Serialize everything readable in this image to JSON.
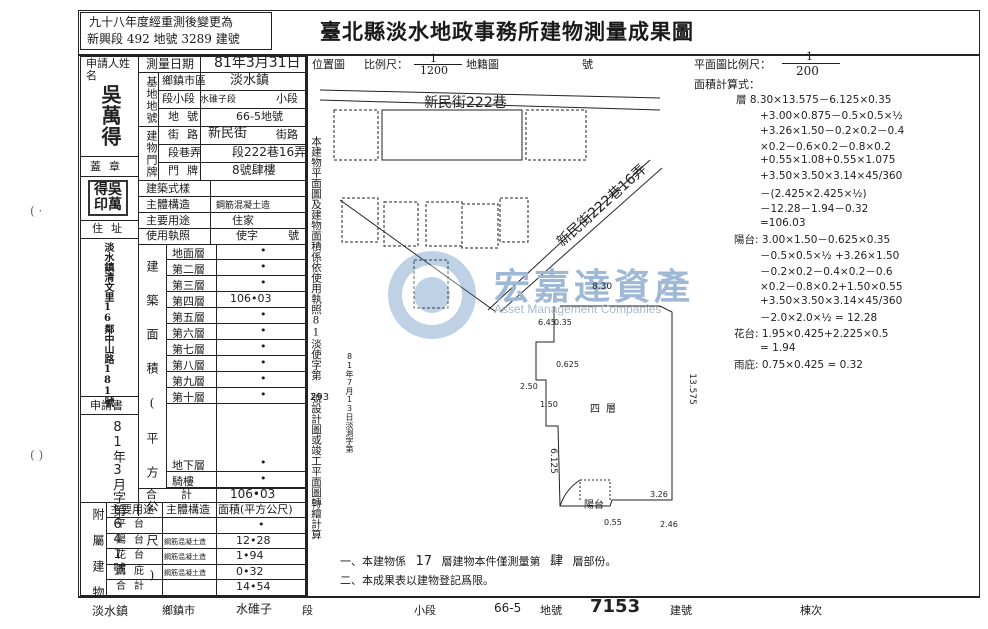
{
  "header": {
    "revision_line1": "九十八年度經重測後變更為",
    "revision_line2": "新興段 492 地號 3289 建號",
    "title": "臺北縣淡水地政事務所建物測量成果圖"
  },
  "left_table": {
    "applicant_label": "申請人姓名",
    "applicant_name": "吳萬得",
    "seal_label": "蓋章",
    "seal_text": "得吳印萬",
    "address_label": "住址",
    "address": "淡水鎮清文里16鄰中山路181號",
    "application_label": "申請書",
    "application_no": "81年3月字第641號",
    "field_labels": {
      "survey_date": "測量日期",
      "land_no": "基地地號",
      "town": "鄉鎮市區",
      "section": "段小段",
      "land": "地號",
      "door_plate": "建物門牌",
      "street": "街路",
      "lane": "段巷弄",
      "number": "門牌",
      "structure_style": "建築式樣",
      "main_structure": "主體構造",
      "main_use": "主要用途",
      "use_permit": "使用執照",
      "area_label": "建築面積(平方公尺)",
      "total": "合計"
    },
    "survey_date": "81年3月31日",
    "town": "淡水鎮",
    "section": "水碓子段",
    "subsection": "小段",
    "land_no": "66-5地號",
    "street": "新民街",
    "street_suffix": "街路",
    "lane": "段222巷16弄",
    "number": "8號肆樓",
    "main_structure": "鋼筋混凝土造",
    "main_use": "住家",
    "use_permit_label": "使字",
    "use_permit_suffix": "號",
    "floors": [
      {
        "name": "地面層",
        "area": "•"
      },
      {
        "name": "第二層",
        "area": "•"
      },
      {
        "name": "第三層",
        "area": "•"
      },
      {
        "name": "第四層",
        "area": "106•03"
      },
      {
        "name": "第五層",
        "area": "•"
      },
      {
        "name": "第六層",
        "area": "•"
      },
      {
        "name": "第七層",
        "area": "•"
      },
      {
        "name": "第八層",
        "area": "•"
      },
      {
        "name": "第九層",
        "area": "•"
      },
      {
        "name": "第十層",
        "area": "•"
      },
      {
        "name": "地下層",
        "area": "•"
      },
      {
        "name": "騎樓",
        "area": "•"
      }
    ],
    "total_area": "106•03",
    "annex_label": "附屬建物",
    "annex_headers": [
      "主要用途",
      "主體構造",
      "面積(平方公尺)"
    ],
    "annex_rows": [
      {
        "use": "平台",
        "structure": "",
        "area": "•"
      },
      {
        "use": "陽台",
        "structure": "鋼筋混凝土造",
        "area": "12•28"
      },
      {
        "use": "花台",
        "structure": "鋼筋混凝土造",
        "area": "1•94"
      },
      {
        "use": "雨庇",
        "structure": "鋼筋混凝土造",
        "area": "0•32"
      },
      {
        "use": "合計",
        "structure": "",
        "area": "14•54"
      }
    ]
  },
  "right": {
    "location_map_label": "位置圖",
    "scale_label": "比例尺：",
    "location_scale_num": "1",
    "location_scale_den": "1200",
    "cadastral_label": "地籍圖",
    "number_label": "號",
    "plan_scale_label": "平面圖比例尺：",
    "plan_scale_num": "1",
    "plan_scale_den": "200",
    "area_calc_label": "面積計算式：",
    "vertical_note": "本建物平面圖及建物面積係依使用執照81淡使字第 號設計圖或竣工平面圖轉繪計算",
    "handwritten_permit": "81年7月13日淡測字第",
    "handwritten_no": "293",
    "street_top": "新民街222巷",
    "street_diag": "新民街222巷16弄",
    "floor_label": "四層",
    "watermark_cn": "宏嘉達資產",
    "watermark_en": "Asset Management Companies",
    "calc_lines": [
      "層 8.30×13.575－6.125×0.35",
      "+3.00×0.875－0.5×0.5×½",
      "+3.26×1.50－0.2×0.2－0.4",
      "×0.2－0.6×0.2－0.8×0.2",
      "+0.55×1.08+0.55×1.075",
      "+3.50×3.50×3.14×45/360",
      "－(2.425×2.425×½)",
      "－12.28－1.94－0.32",
      "=106.03",
      "陽台: 3.00×1.50－0.625×0.35",
      "－0.5×0.5×½ +3.26×1.50",
      "－0.2×0.2－0.4×0.2－0.6",
      "×0.2－0.8×0.2+1.50×0.55",
      "+3.50×3.50×3.14×45/360",
      "－2.0×2.0×½ = 12.28",
      "花台: 1.95×0.425+2.225×0.5",
      "= 1.94",
      "雨庇: 0.75×0.425 = 0.32"
    ],
    "dims": {
      "top": "8.30",
      "right": "13.575",
      "left": "6.125",
      "d1": "6.45",
      "d2": "0.35",
      "d3": "2.50",
      "d4": "1.50",
      "d5": "3.26",
      "d6": "2.46",
      "d7": "0.625",
      "d8": "0.55",
      "balcony": "陽台"
    },
    "note1_prefix": "一、本建物係",
    "note1_floors": "17",
    "note1_mid": "層建物本件僅測量第",
    "note1_floor": "肆",
    "note1_suffix": "層部份。",
    "note2": "二、本成果表以建物登記爲限。"
  },
  "footer": {
    "town": "淡水鎮",
    "town_label": "鄉鎮市",
    "section": "水碓子",
    "section_label": "段",
    "subsection_label": "小段",
    "land_no": "66-5",
    "land_label": "地號",
    "building_no": "7153",
    "building_label": "建號",
    "sheet_label": "棟次"
  }
}
